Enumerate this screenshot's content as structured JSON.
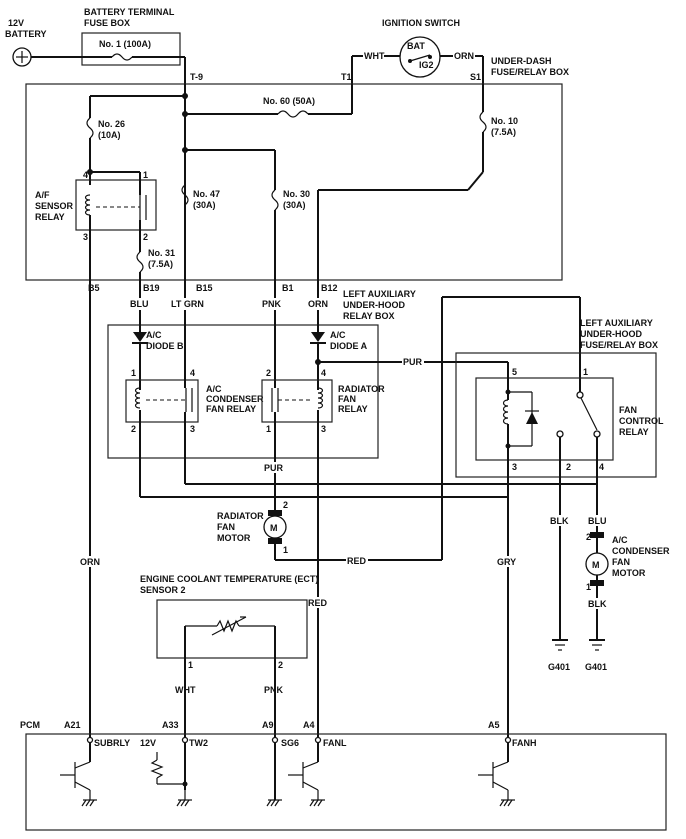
{
  "components": {
    "battery": {
      "voltage": "12V",
      "label": "BATTERY"
    },
    "batt_fuse_box": {
      "title1": "BATTERY TERMINAL",
      "title2": "FUSE BOX",
      "fuse": "No. 1 (100A)"
    },
    "ignition": {
      "title": "IGNITION SWITCH",
      "bat": "BAT",
      "ig2": "IG2"
    },
    "underdash": {
      "title1": "UNDER-DASH",
      "title2": "FUSE/RELAY BOX",
      "t9": "T-9",
      "t1": "T1",
      "s1": "S1"
    },
    "fuses": {
      "f60": "No. 60 (50A)",
      "f26a": "No. 26",
      "f26b": "(10A)",
      "f10a": "No. 10",
      "f10b": "(7.5A)",
      "f47a": "No. 47",
      "f47b": "(30A)",
      "f30a": "No. 30",
      "f30b": "(30A)",
      "f31a": "No. 31",
      "f31b": "(7.5A)"
    },
    "af_relay": {
      "l1": "A/F",
      "l2": "SENSOR",
      "l3": "RELAY",
      "p4": "4",
      "p1": "1",
      "p3": "3",
      "p2": "2"
    },
    "connectors": {
      "b5": "B5",
      "b19": "B19",
      "b15": "B15",
      "b1": "B1",
      "b12": "B12"
    },
    "left_aux": {
      "title1": "LEFT AUXILIARY",
      "title2": "UNDER-HOOD",
      "title3": "RELAY BOX"
    },
    "diodes": {
      "b1": "A/C",
      "b2": "DIODE B",
      "a1": "A/C",
      "a2": "DIODE A"
    },
    "cond_relay": {
      "l1": "A/C",
      "l2": "CONDENSER",
      "l3": "FAN RELAY",
      "p1": "1",
      "p2": "2",
      "p3": "3",
      "p4": "4"
    },
    "rad_relay": {
      "l1": "RADIATOR",
      "l2": "FAN",
      "l3": "RELAY",
      "p1": "1",
      "p2": "2",
      "p3": "3",
      "p4": "4"
    },
    "fan_ctrl_box": {
      "title1": "LEFT AUXILIARY",
      "title2": "UNDER-HOOD",
      "title3": "FUSE/RELAY BOX"
    },
    "fan_ctrl_relay": {
      "l1": "FAN",
      "l2": "CONTROL",
      "l3": "RELAY",
      "p5": "5",
      "p1": "1",
      "p3": "3",
      "p2": "2",
      "p4": "4"
    },
    "rad_motor": {
      "l1": "RADIATOR",
      "l2": "FAN",
      "l3": "MOTOR",
      "p2": "2",
      "p1": "1",
      "m": "M"
    },
    "cond_motor": {
      "l1": "A/C",
      "l2": "CONDENSER",
      "l3": "FAN",
      "l4": "MOTOR",
      "p2": "2",
      "p1": "1",
      "m": "M"
    },
    "ect": {
      "title1": "ENGINE COOLANT TEMPERATURE (ECT)",
      "title2": "SENSOR 2",
      "p1": "1",
      "p2": "2"
    },
    "grounds": {
      "g1": "G401",
      "g2": "G401"
    },
    "pcm": {
      "label": "PCM",
      "a21": "A21",
      "a33": "A33",
      "a9": "A9",
      "a4": "A4",
      "a5": "A5",
      "subrly": "SUBRLY",
      "tw2": "TW2",
      "sg6": "SG6",
      "fanl": "FANL",
      "fanh": "FANH",
      "v12": "12V"
    }
  },
  "wires": {
    "wht_ign": "WHT",
    "orn_ign": "ORN",
    "b19": "BLU",
    "b15": "LT GRN",
    "b1": "PNK",
    "b12": "ORN",
    "pur_top": "PUR",
    "pur_mid": "PUR",
    "red1": "RED",
    "red2": "RED",
    "orn_pcm": "ORN",
    "gry": "GRY",
    "blk1": "BLK",
    "blu": "BLU",
    "blk2": "BLK",
    "ect_wht": "WHT",
    "ect_pnk": "PNK"
  }
}
